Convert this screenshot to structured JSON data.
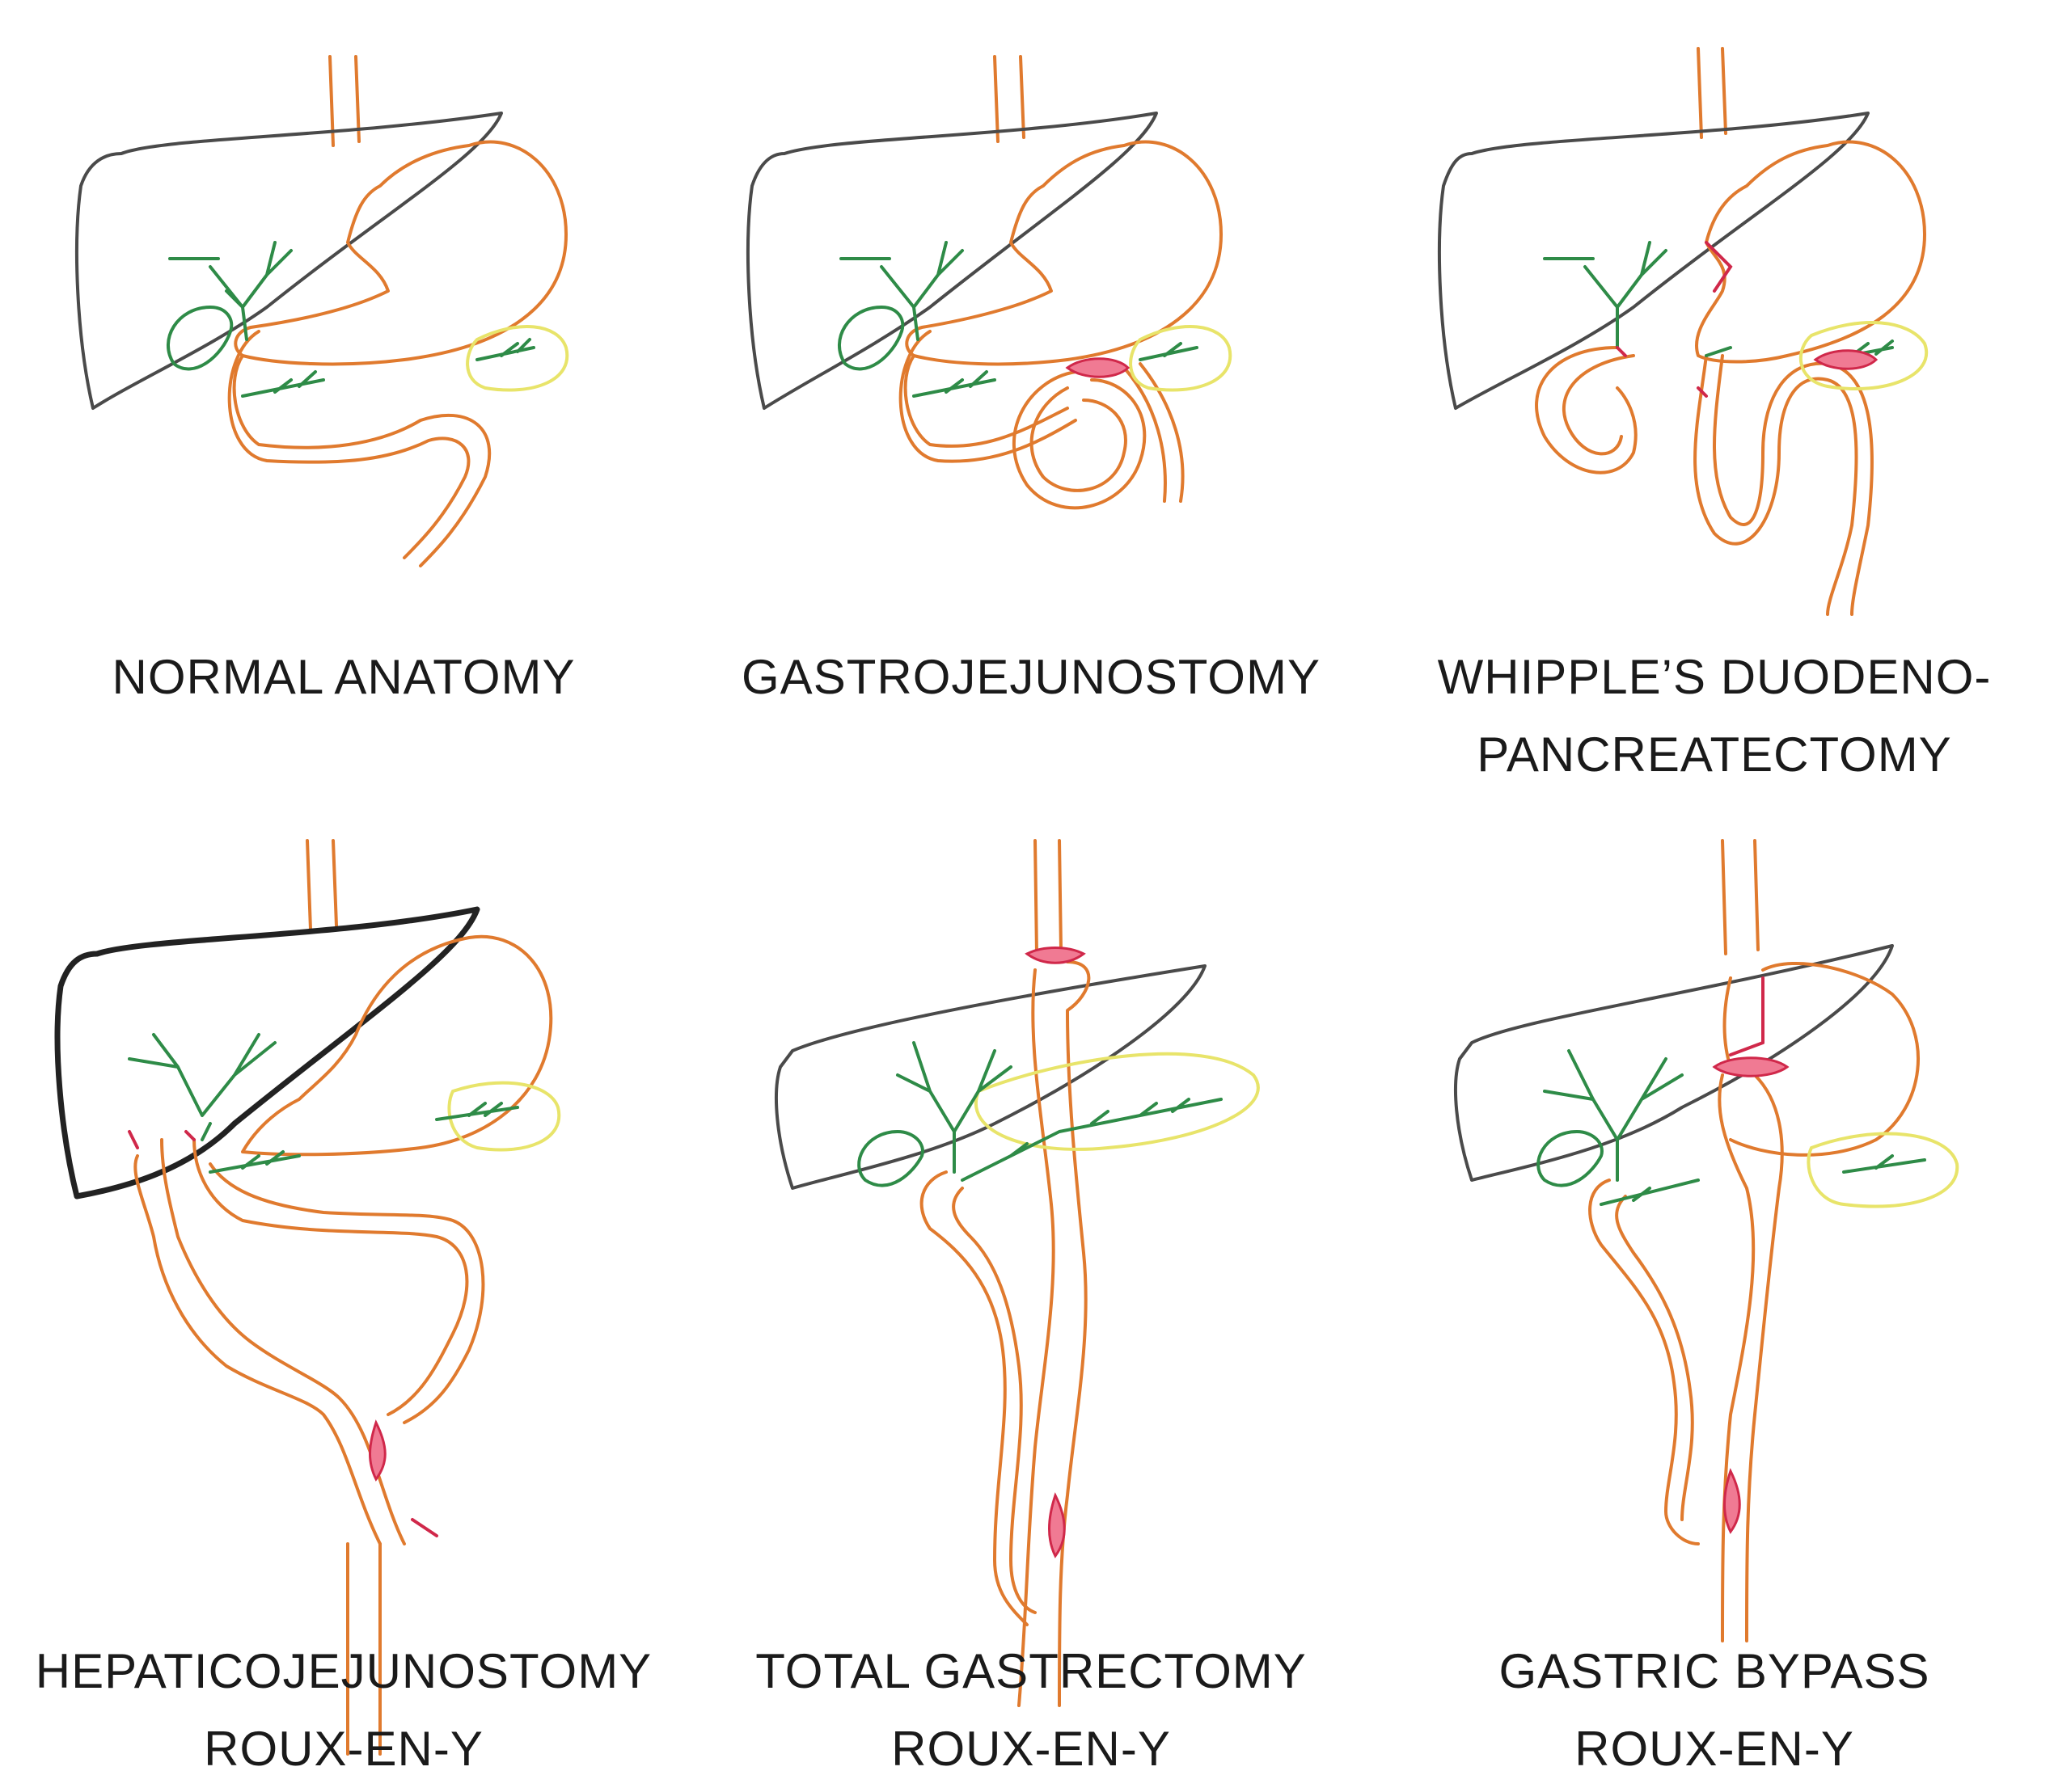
{
  "panels": [
    {
      "id": "normal-anatomy",
      "caption": [
        "NORMAL ANATOMY"
      ]
    },
    {
      "id": "gastrojejunostomy",
      "caption": [
        "GASTROJEJUNOSTOMY"
      ]
    },
    {
      "id": "whipple",
      "caption": [
        "WHIPPLE’S DUODENO-",
        "PANCREATECTOMY"
      ]
    },
    {
      "id": "hepaticojejunostomy",
      "caption": [
        "HEPATICOJEJUNOSTOMY",
        "ROUX-EN-Y"
      ]
    },
    {
      "id": "total-gastrectomy",
      "caption": [
        "TOTAL GASTRECTOMY",
        "ROUX-EN-Y"
      ]
    },
    {
      "id": "gastric-bypass",
      "caption": [
        "GASTRIC BYPASS",
        "ROUX-EN-Y"
      ]
    }
  ],
  "colors": {
    "liver": "#4a4a4a",
    "bowel": "#e07a2e",
    "bile_duct": "#2e8b47",
    "pancreas": "#e8e46a",
    "anastomosis": "#f07a93"
  }
}
